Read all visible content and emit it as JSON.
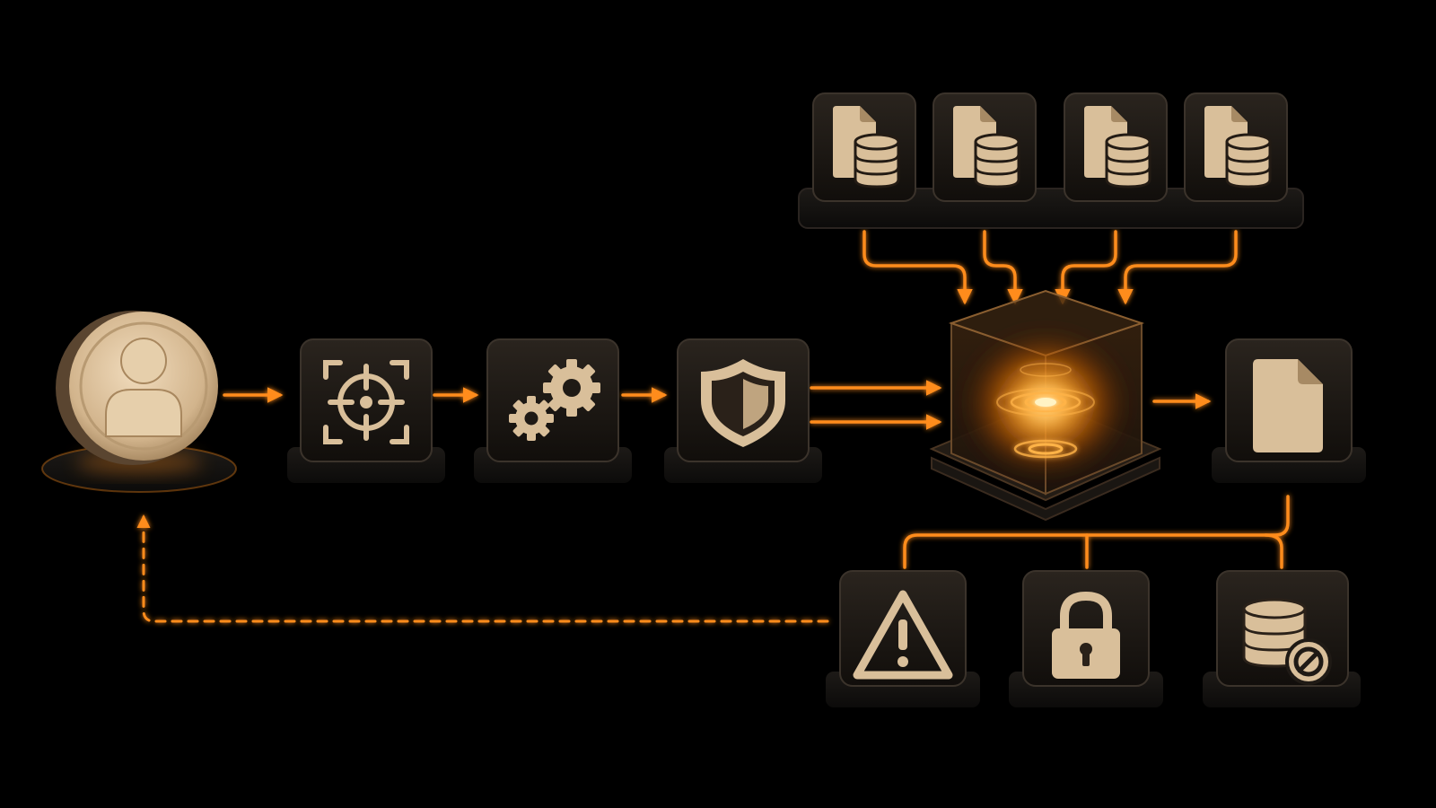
{
  "theme": {
    "background": "#000000",
    "accent": "#ff8c1a",
    "accent_glow": "#ffb347",
    "icon_fill": "#d9bf9a",
    "icon_dark": "#231b14",
    "tile_fill": "#1a1612",
    "pedestal_fill": "#141210"
  },
  "nodes": {
    "user": {
      "icon": "user-icon"
    },
    "target": {
      "icon": "crosshair-icon"
    },
    "process": {
      "icon": "gears-icon"
    },
    "security": {
      "icon": "shield-icon"
    },
    "core": {
      "icon": "glowing-core-cube"
    },
    "output": {
      "icon": "document-icon"
    },
    "sources": [
      {
        "icon": "document-database-icon"
      },
      {
        "icon": "document-database-icon"
      },
      {
        "icon": "document-database-icon"
      },
      {
        "icon": "document-database-icon"
      }
    ],
    "warning": {
      "icon": "warning-triangle-icon"
    },
    "lock": {
      "icon": "padlock-icon"
    },
    "blocked_db": {
      "icon": "database-blocked-icon"
    }
  },
  "connections": [
    {
      "from": "user",
      "to": "target",
      "style": "solid"
    },
    {
      "from": "target",
      "to": "process",
      "style": "solid"
    },
    {
      "from": "process",
      "to": "security",
      "style": "solid"
    },
    {
      "from": "security",
      "to": "core",
      "style": "double"
    },
    {
      "from": "sources",
      "to": "core",
      "style": "solid"
    },
    {
      "from": "core",
      "to": "output",
      "style": "solid"
    },
    {
      "from": "output",
      "to": "warning",
      "style": "branch"
    },
    {
      "from": "output",
      "to": "lock",
      "style": "branch"
    },
    {
      "from": "output",
      "to": "blocked_db",
      "style": "branch"
    },
    {
      "from": "warning",
      "to": "user",
      "style": "dashed"
    }
  ]
}
